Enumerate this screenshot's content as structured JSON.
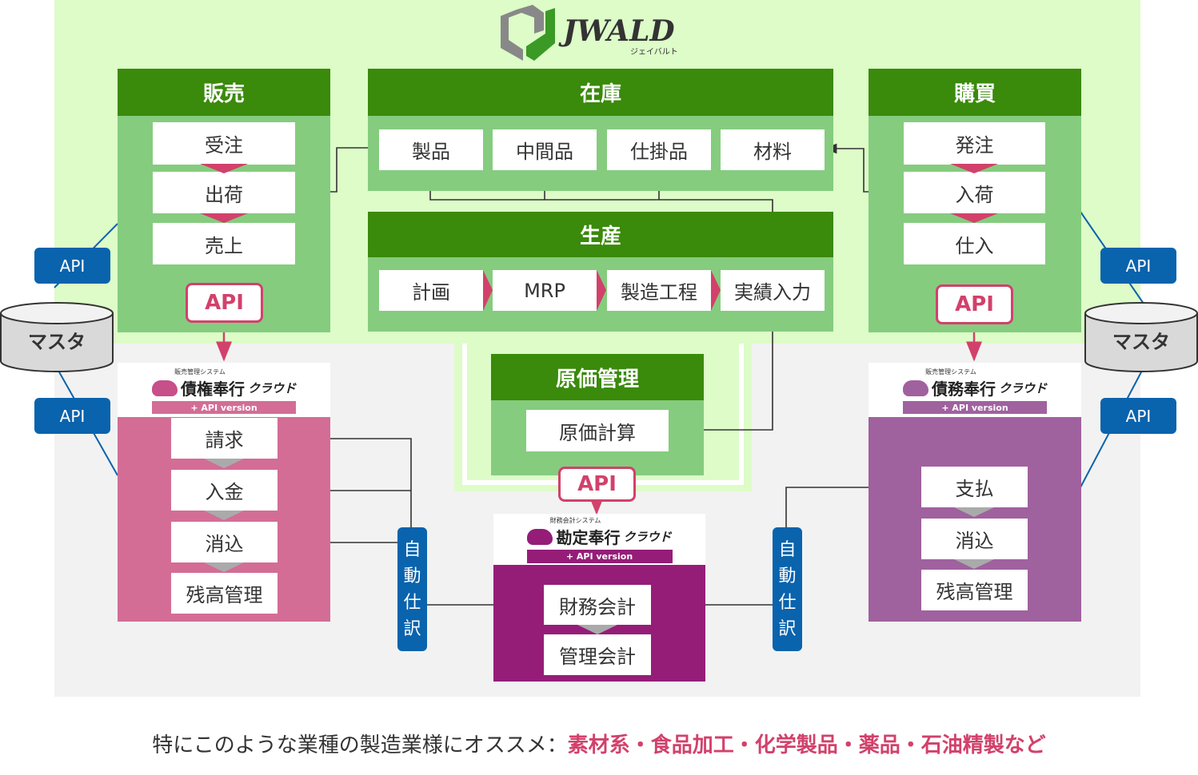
{
  "brand": {
    "name": "JWALD",
    "reading": "ジェイバルト"
  },
  "colors": {
    "green_header": "#3a8a0b",
    "green_panel": "#85cc7f",
    "light_green": "#ddfcc8",
    "pink": "#d2416b",
    "purple": "#a0619f",
    "dark_purple": "#951d78",
    "blue": "#0a63ad"
  },
  "sales": {
    "title": "販売",
    "items": [
      "受注",
      "出荷",
      "売上"
    ]
  },
  "inventory": {
    "title": "在庫",
    "items": [
      "製品",
      "中間品",
      "仕掛品",
      "材料"
    ]
  },
  "purchase": {
    "title": "購買",
    "items": [
      "発注",
      "入荷",
      "仕入"
    ]
  },
  "production": {
    "title": "生産",
    "items": [
      "計画",
      "MRP",
      "製造工程",
      "実績入力"
    ]
  },
  "cost": {
    "title": "原価管理",
    "items": [
      "原価計算"
    ]
  },
  "api_label": "API",
  "master_label": "マスタ",
  "auto_journal": [
    "自",
    "動",
    "仕",
    "訳"
  ],
  "receivable": {
    "small": "販売管理システム",
    "name": "債権奉行",
    "suffix": "クラウド",
    "version": "+ API version",
    "items": [
      "請求",
      "入金",
      "消込",
      "残高管理"
    ]
  },
  "accounting": {
    "small": "財務会計システム",
    "name": "勘定奉行",
    "suffix": "クラウド",
    "version": "+ API version",
    "items": [
      "財務会計",
      "管理会計"
    ]
  },
  "payable": {
    "small": "販売管理システム",
    "name": "債務奉行",
    "suffix": "クラウド",
    "version": "+ API version",
    "items": [
      "支払",
      "消込",
      "残高管理"
    ]
  },
  "footer": {
    "prefix": "特にこのような業種の製造業様にオススメ：",
    "highlight": "素材系・食品加工・化学製品・薬品・石油精製など"
  }
}
